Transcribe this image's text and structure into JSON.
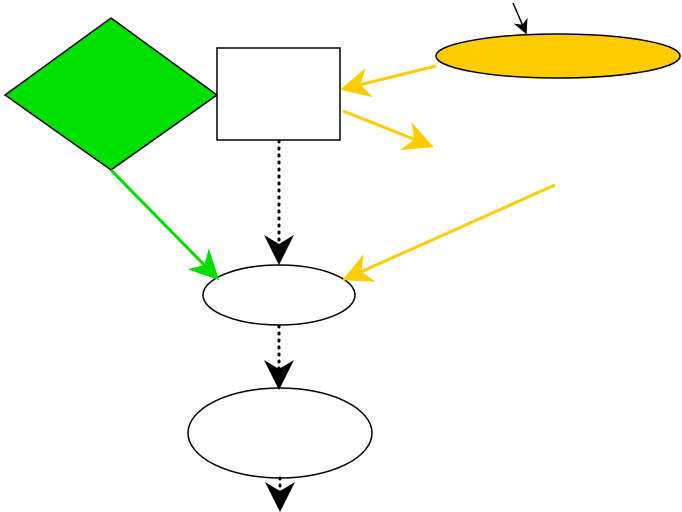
{
  "diagram": {
    "colors": {
      "stroke": "#000000",
      "node_fill": "#ffffff",
      "green": "#00e000",
      "yellow": "#ffcc00",
      "dark_yellow": "#f2c500"
    },
    "nodes": [
      {
        "id": "green-diamond",
        "shape": "diamond",
        "label": ""
      },
      {
        "id": "center-box",
        "shape": "rectangle",
        "label": ""
      },
      {
        "id": "yellow-ellipse",
        "shape": "ellipse",
        "label": ""
      },
      {
        "id": "middle-ellipse",
        "shape": "ellipse",
        "label": ""
      },
      {
        "id": "bottom-ellipse",
        "shape": "ellipse",
        "label": ""
      }
    ],
    "edges": [
      {
        "from": "diamond",
        "to": "middle-ellipse",
        "style": "solid",
        "color": "green"
      },
      {
        "from": "yellow-ellipse",
        "to": "center-box",
        "style": "solid",
        "color": "yellow"
      },
      {
        "from": "center-box",
        "to": "right-open-arrow",
        "style": "solid",
        "color": "yellow"
      },
      {
        "from": "right-offscreen",
        "to": "middle-ellipse",
        "style": "solid",
        "color": "yellow"
      },
      {
        "from": "center-box",
        "to": "middle-ellipse",
        "style": "dotted",
        "color": "black"
      },
      {
        "from": "middle-ellipse",
        "to": "bottom-ellipse",
        "style": "dotted",
        "color": "black"
      },
      {
        "from": "bottom-ellipse",
        "to": "offscreen-bottom",
        "style": "dotted",
        "color": "black"
      },
      {
        "from": "top-right-offscreen",
        "to": "yellow-ellipse",
        "style": "solid",
        "color": "black"
      }
    ]
  }
}
